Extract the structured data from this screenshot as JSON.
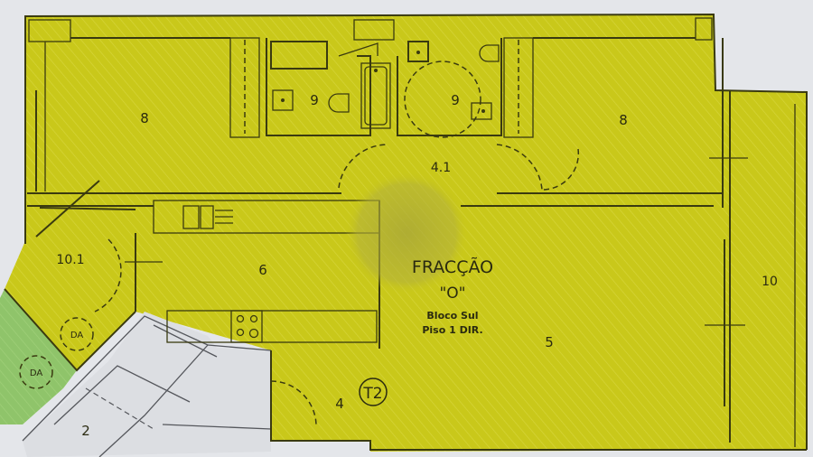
{
  "plan": {
    "title": "FRACÇÃO",
    "unit": "\"O\"",
    "block": "Bloco Sul",
    "floor": "Piso 1 DIR.",
    "typology": "T2"
  },
  "rooms": [
    {
      "id": "bedroom-left",
      "label": "8"
    },
    {
      "id": "bedroom-right",
      "label": "8"
    },
    {
      "id": "bathroom-left",
      "label": "9"
    },
    {
      "id": "bathroom-right",
      "label": "9"
    },
    {
      "id": "hall-inner",
      "label": "4.1"
    },
    {
      "id": "kitchen",
      "label": "6"
    },
    {
      "id": "living",
      "label": "5"
    },
    {
      "id": "entrance-hall",
      "label": "4"
    },
    {
      "id": "balcony-right",
      "label": "10"
    },
    {
      "id": "balcony-left",
      "label": "10.1"
    },
    {
      "id": "neighbor",
      "label": "2"
    }
  ],
  "symbols": {
    "da_1": "DA",
    "da_2": "DA"
  },
  "colors": {
    "unit_fill": "#c9c81a",
    "unit_fill_light": "#d4d32a",
    "neighbor_green": "#8fc46a",
    "wall": "#3a3a10",
    "background": "#e4e6ea",
    "neighbor_grey": "#dcdee2"
  }
}
